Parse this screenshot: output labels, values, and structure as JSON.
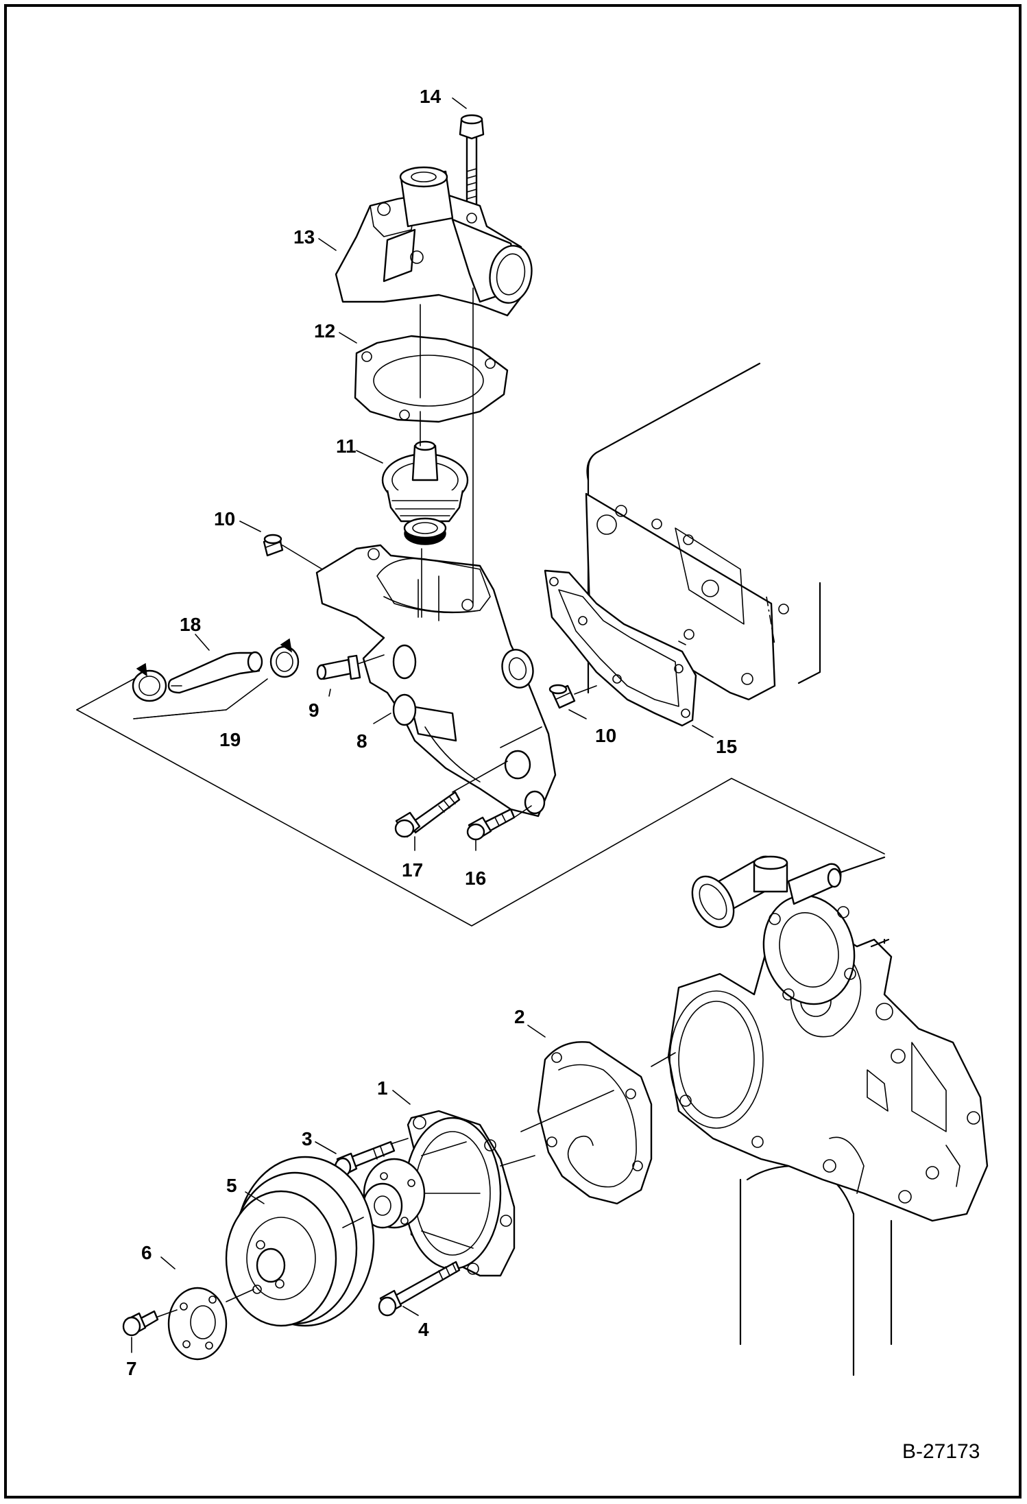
{
  "diagram": {
    "reference": "B-27173",
    "callouts": [
      {
        "id": "c1",
        "text": "1"
      },
      {
        "id": "c2",
        "text": "2"
      },
      {
        "id": "c3",
        "text": "3"
      },
      {
        "id": "c4",
        "text": "4"
      },
      {
        "id": "c5",
        "text": "5"
      },
      {
        "id": "c6",
        "text": "6"
      },
      {
        "id": "c7",
        "text": "7"
      },
      {
        "id": "c8",
        "text": "8"
      },
      {
        "id": "c9",
        "text": "9"
      },
      {
        "id": "c10a",
        "text": "10"
      },
      {
        "id": "c10b",
        "text": "10"
      },
      {
        "id": "c11",
        "text": "11"
      },
      {
        "id": "c12",
        "text": "12"
      },
      {
        "id": "c13",
        "text": "13"
      },
      {
        "id": "c14",
        "text": "14"
      },
      {
        "id": "c15",
        "text": "15"
      },
      {
        "id": "c16",
        "text": "16"
      },
      {
        "id": "c17",
        "text": "17"
      },
      {
        "id": "c18",
        "text": "18"
      },
      {
        "id": "c19",
        "text": "19"
      }
    ]
  }
}
